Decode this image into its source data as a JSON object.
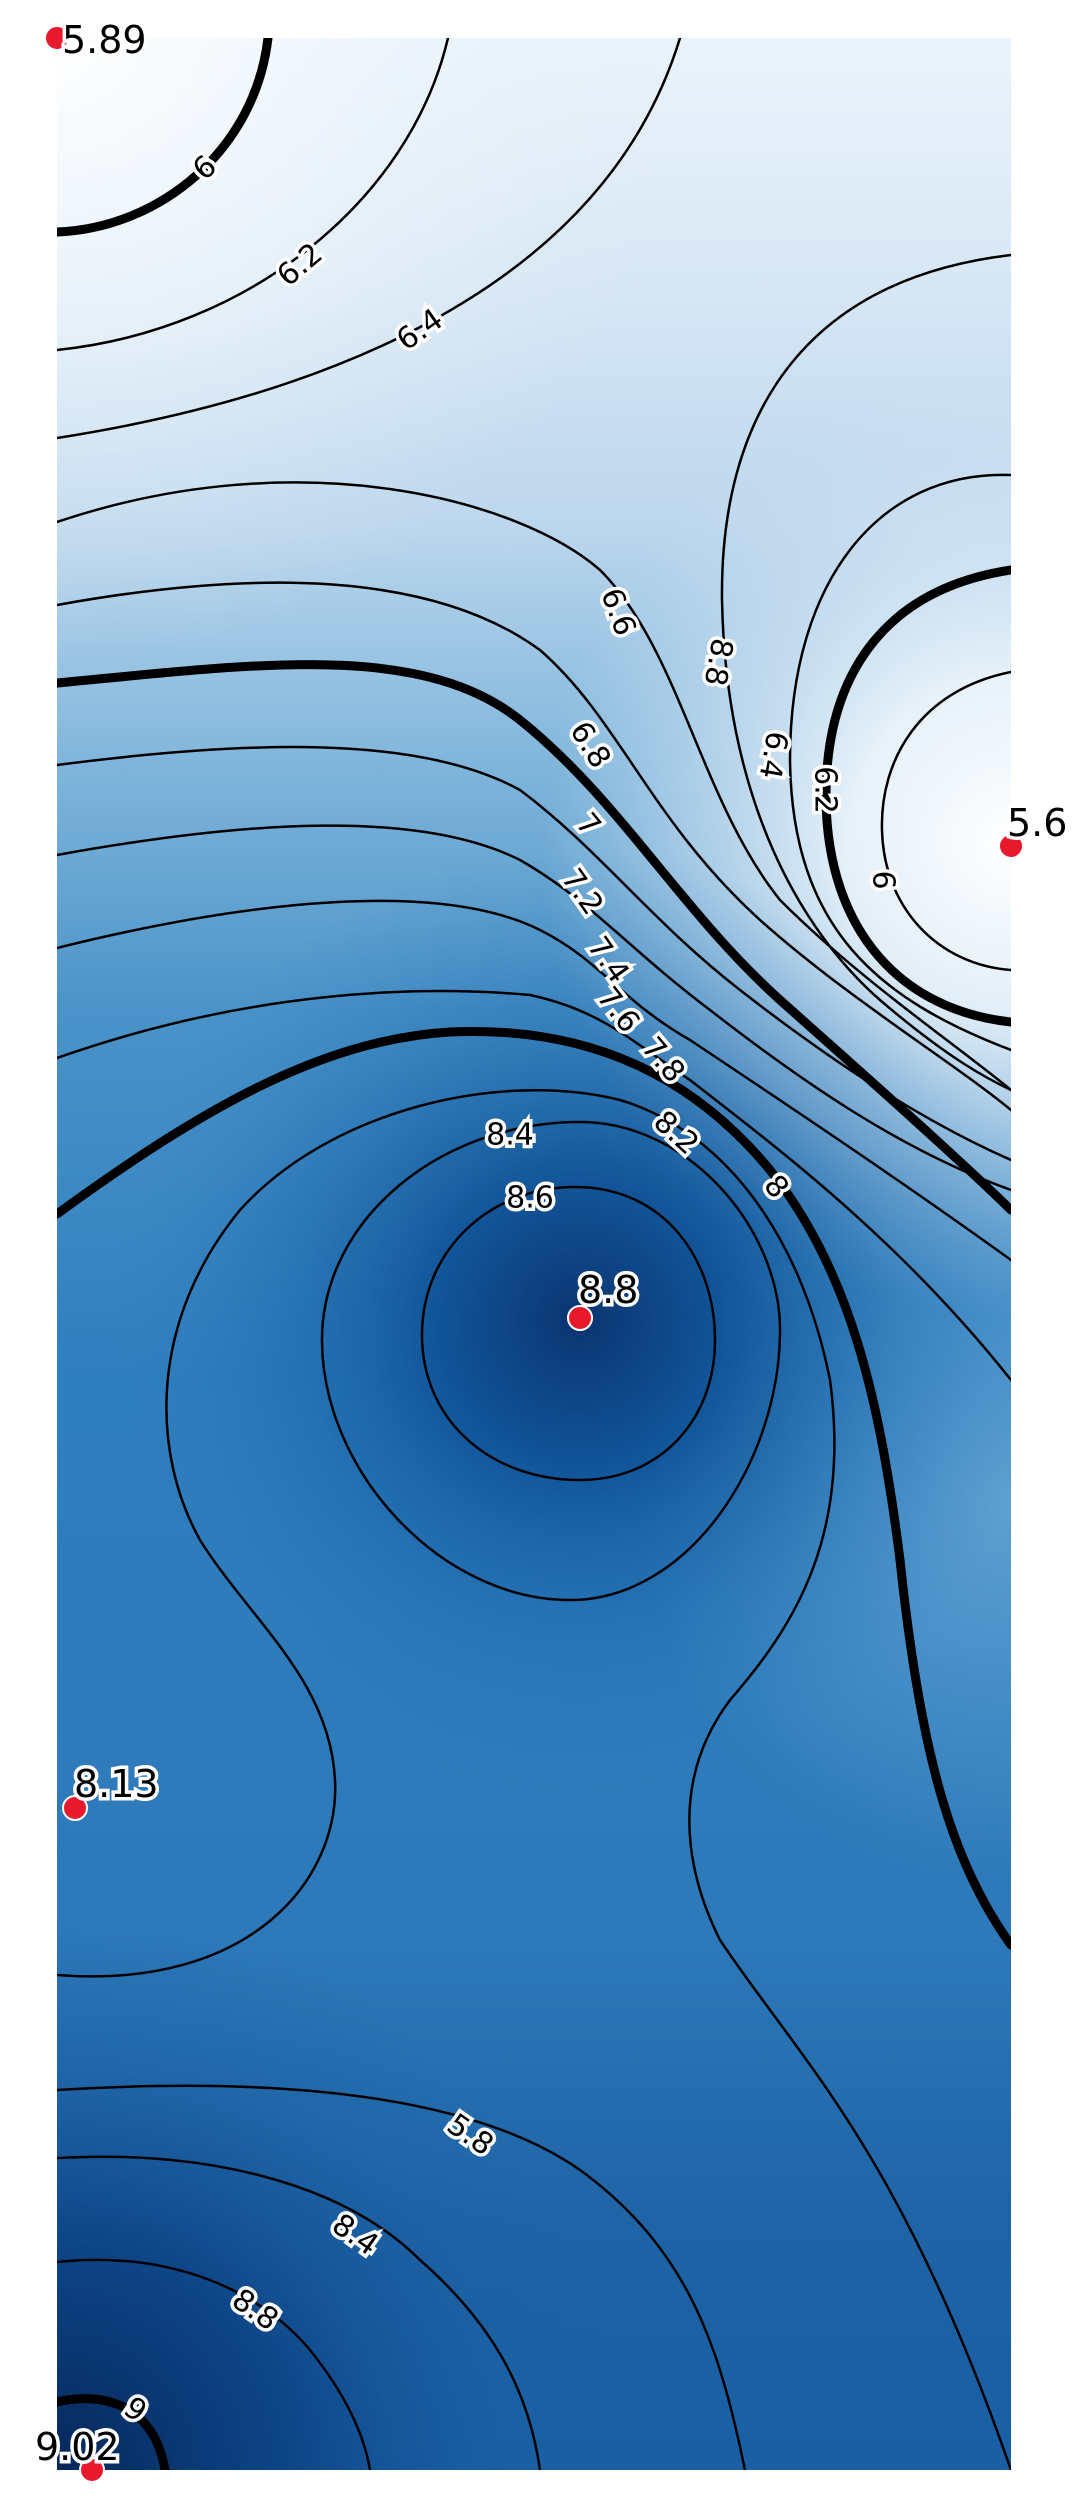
{
  "map": {
    "colors": {
      "low": "#f4f9fd",
      "mid": "#2f7fbd",
      "high": "#08306b",
      "contour": "#000000",
      "station": "#e8192c"
    },
    "contour_levels": [
      "5.8",
      "6",
      "6.2",
      "6.4",
      "6.6",
      "6.8",
      "7",
      "7.2",
      "7.4",
      "7.6",
      "7.8",
      "8",
      "8.2",
      "8.4",
      "8.6",
      "8.8",
      "9"
    ],
    "contour_labels": [
      "6",
      "6.2",
      "6.4",
      "6.6",
      "6.8",
      "7",
      "7.2",
      "7.4",
      "7.6",
      "7.8",
      "8",
      "8.2",
      "8.4",
      "8.6",
      "8.8",
      "6.4",
      "6.2",
      "6",
      "5.8",
      "8.4",
      "8.6",
      "8.8",
      "9"
    ],
    "stations": [
      {
        "label": "5.89",
        "value": 5.89
      },
      {
        "label": "5.6",
        "value": 5.6
      },
      {
        "label": "8.8",
        "value": 8.8
      },
      {
        "label": "8.13",
        "value": 8.13
      },
      {
        "label": "9.02",
        "value": 9.02
      }
    ]
  }
}
